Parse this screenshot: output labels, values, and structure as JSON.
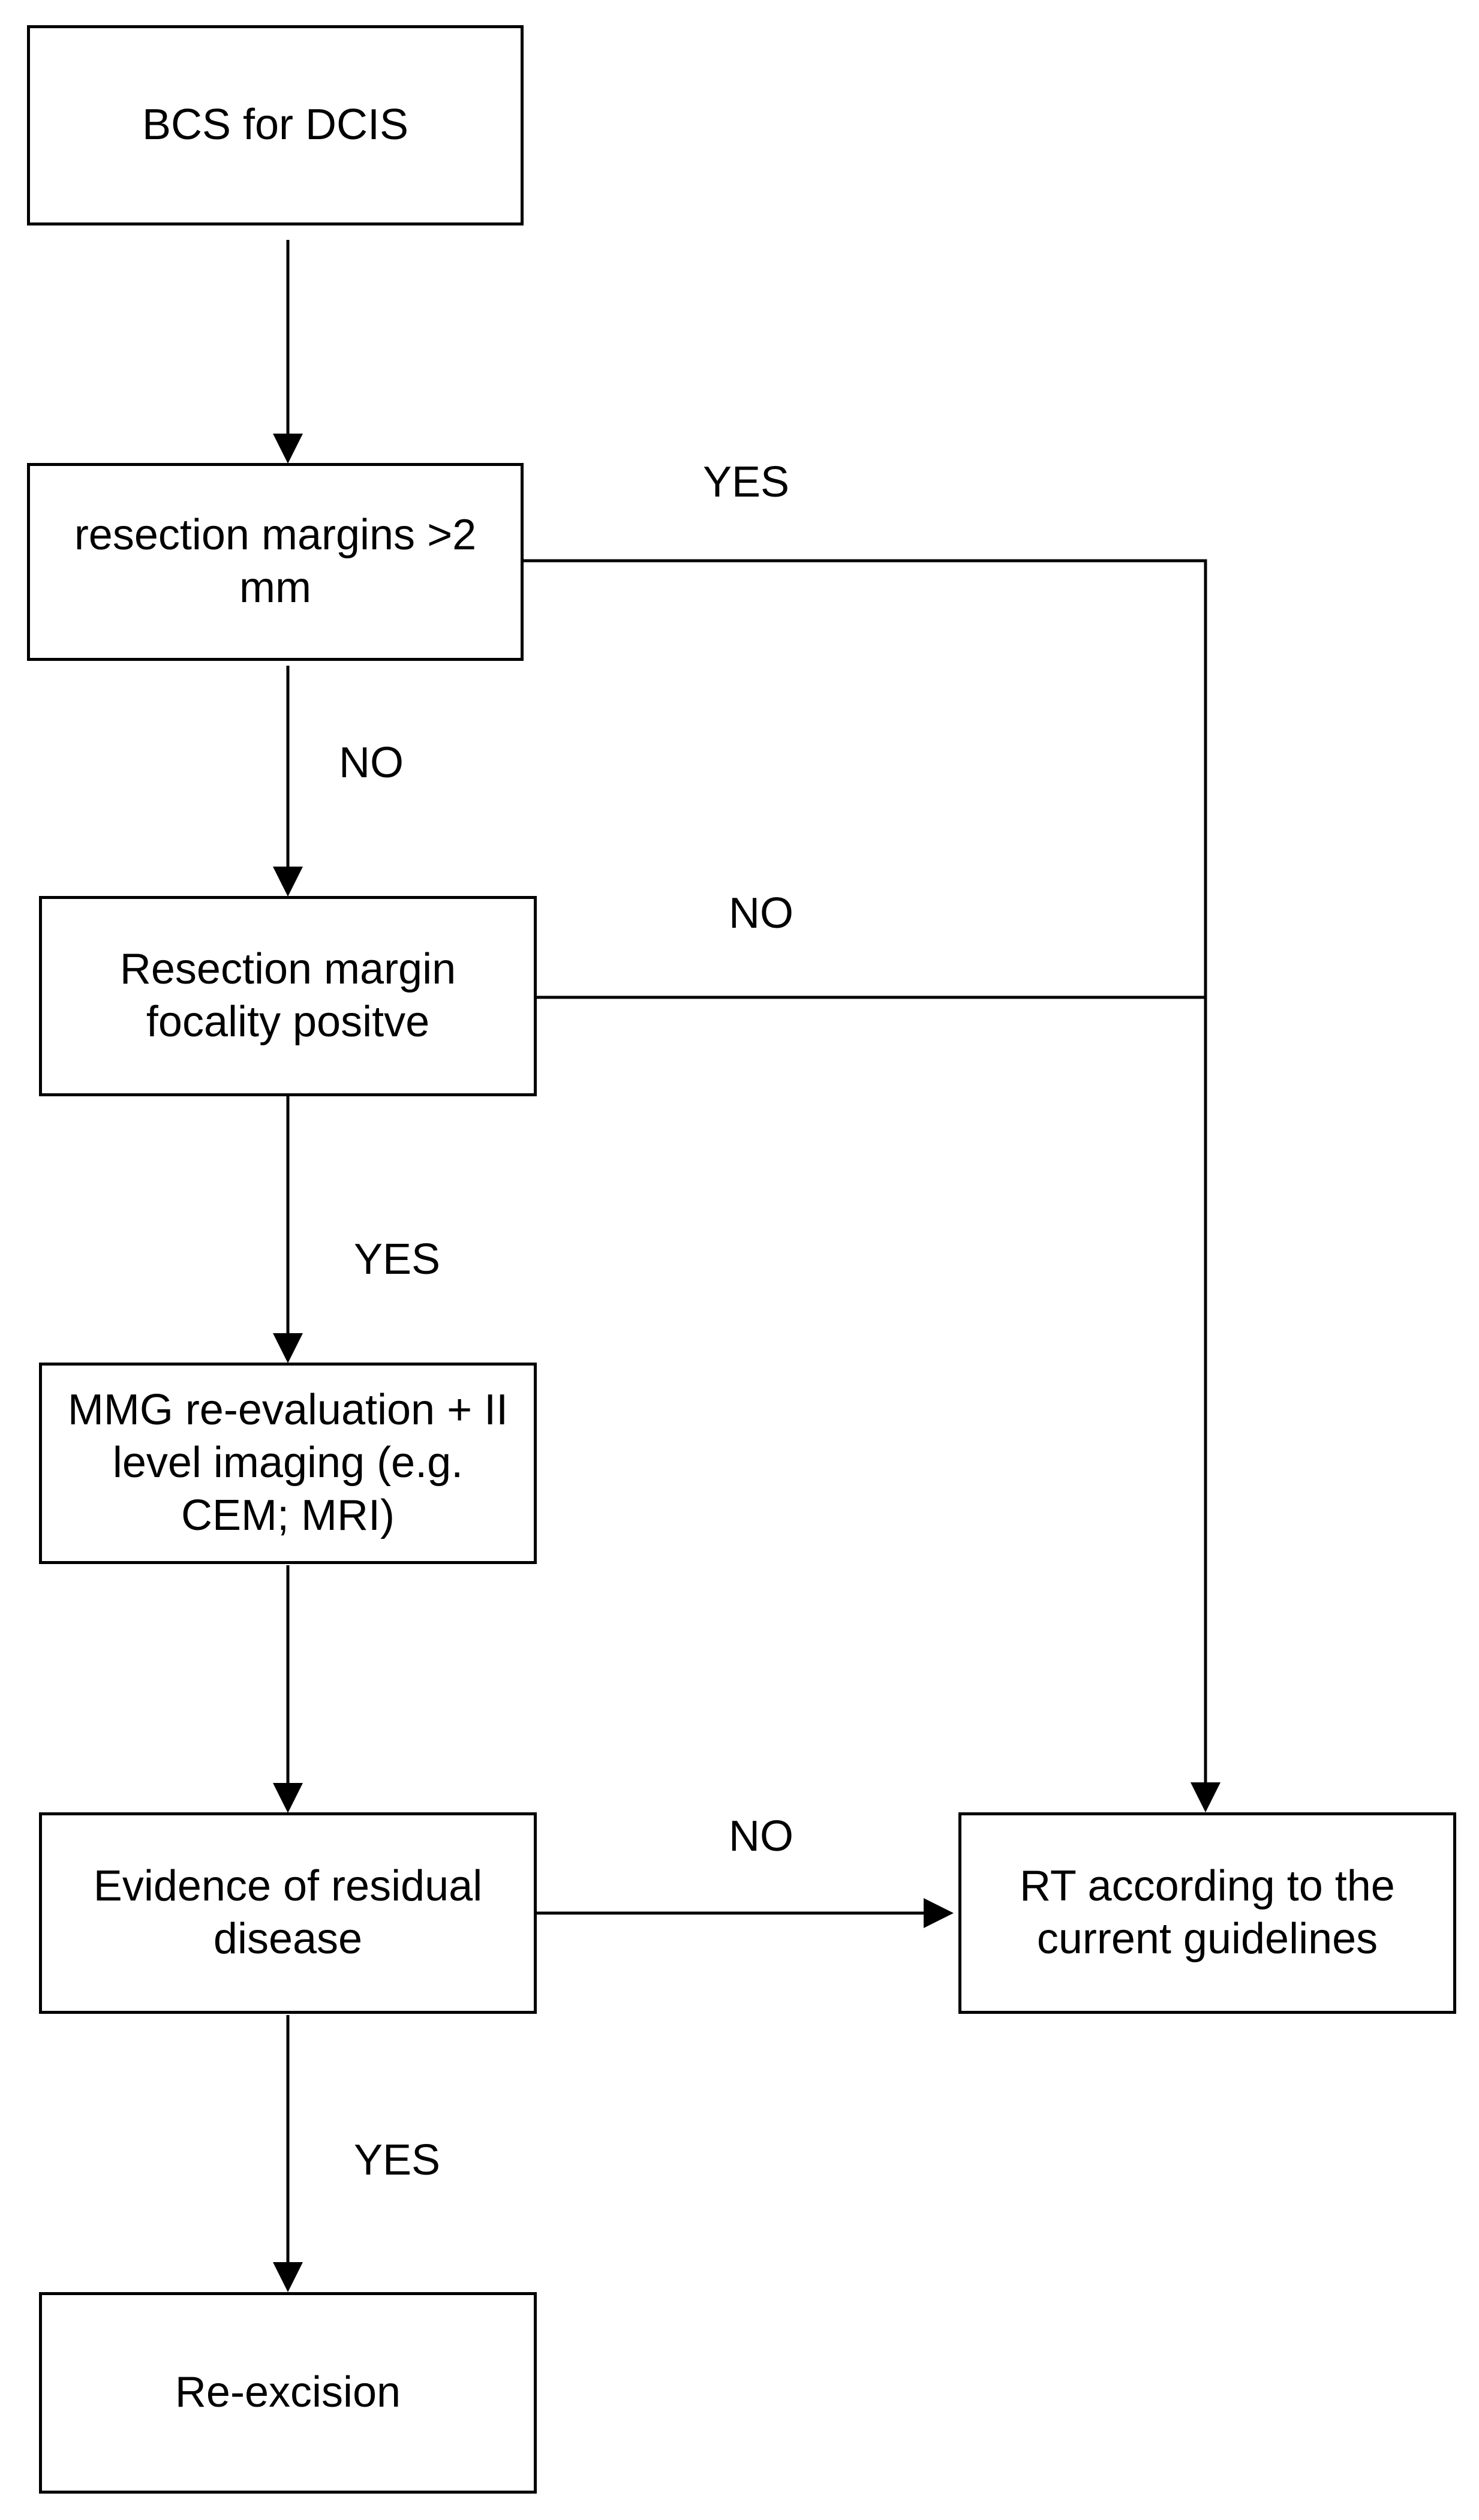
{
  "nodes": {
    "start": "BCS for DCIS",
    "margins": "resection margins >2 mm",
    "focality": "Resection margin focality positve",
    "imaging": "MMG re-evaluation + II level imaging (e.g. CEM; MRI)",
    "residual": "Evidence of residual disease",
    "rt": "RT according to the current guidelines",
    "reexcision": "Re-excision"
  },
  "edge_labels": {
    "margins_yes": "YES",
    "margins_no": "NO",
    "focality_no": "NO",
    "focality_yes": "YES",
    "residual_no": "NO",
    "residual_yes": "YES"
  },
  "colors": {
    "line": "#000000",
    "background": "#ffffff"
  }
}
